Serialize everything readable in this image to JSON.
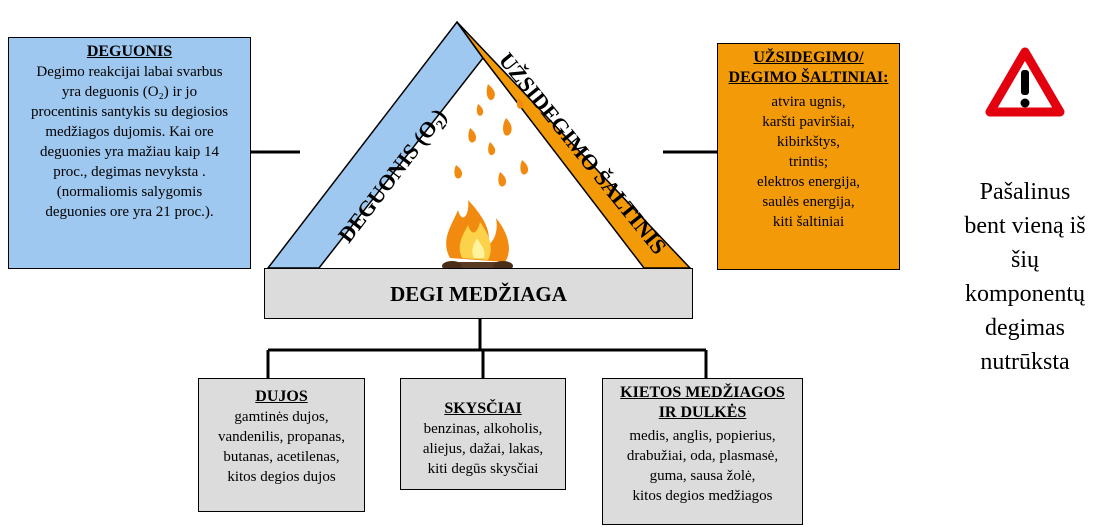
{
  "triangle": {
    "left_label": "DEGUONIS (O",
    "left_sub": "2",
    "left_close": ")",
    "right_label": "UŽSIDEGIMO ŠALTINIS"
  },
  "oxygen_box": {
    "title": "DEGUONIS",
    "lines": [
      "Degimo reakcijai labai svarbus",
      "yra deguonis (O₂) ir jo",
      "procentinis santykis su degiosios",
      "medžiagos dujomis. Kai ore",
      "deguonies yra mažiau kaip 14",
      "proc., degimas nevyksta .",
      "(normaliomis salygomis",
      "deguonies ore yra 21 proc.)."
    ]
  },
  "ignition_box": {
    "title_1": "UŽSIDEGIMO/",
    "title_2": "DEGIMO ŠALTINIAI:",
    "lines": [
      "atvira ugnis,",
      "karšti paviršiai,",
      "kibirkštys,",
      "trintis;",
      "elektros energija,",
      "saulės energija,",
      "kiti šaltiniai"
    ]
  },
  "fuel_box": {
    "label": "DEGI MEDŽIAGA"
  },
  "gas_box": {
    "title": "DUJOS",
    "lines": [
      "gamtinės dujos,",
      "vandenilis, propanas,",
      "butanas, acetilenas,",
      "kitos degios dujos"
    ]
  },
  "liquid_box": {
    "title": "SKYSČIAI",
    "lines": [
      "benzinas, alkoholis,",
      "aliejus, dažai, lakas,",
      "kiti degūs skysčiai"
    ]
  },
  "solid_box": {
    "title_1": "KIETOS MEDŽIAGOS",
    "title_2": "IR DULKĖS",
    "lines": [
      "medis, anglis, popierius,",
      "drabužiai, oda, plasmasė,",
      "guma, sausa žolė,",
      "kitos degios medžiagos"
    ]
  },
  "warning": {
    "lines": [
      "Pašalinus",
      "bent vieną iš",
      "šių",
      "komponentų",
      "degimas",
      "nutrūksta"
    ],
    "icon": "warning-triangle-icon"
  },
  "colors": {
    "oxygen": "#9fc8f0",
    "ignition": "#f39a08",
    "fuel": "#dcdcdc",
    "warning_red": "#e3000f"
  }
}
